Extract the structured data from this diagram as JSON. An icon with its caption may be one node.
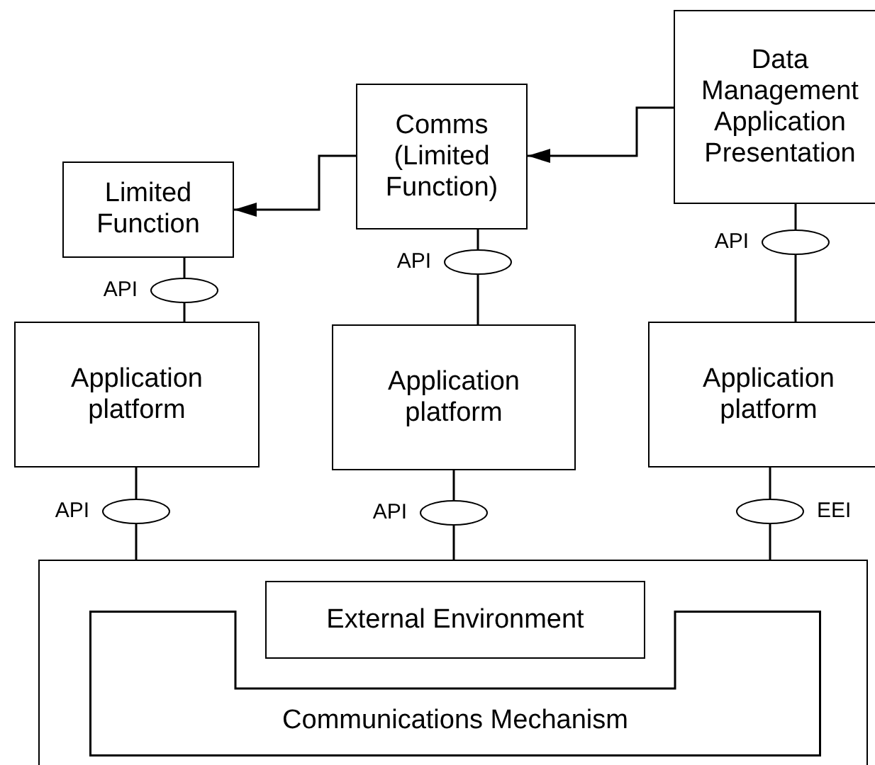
{
  "diagram": {
    "nodes": [
      {
        "text": [
          "Data Management Application Presentation"
        ]
      },
      {
        "text": [
          "Comms (Limited Function)"
        ]
      },
      {
        "text": [
          "Limited Function"
        ]
      },
      {
        "text": [
          "Application platform"
        ]
      },
      {
        "text": [
          "Application platform"
        ]
      },
      {
        "text": [
          "Application platform"
        ]
      },
      {
        "text": [],
        "shape": "box"
      },
      {
        "text": [
          "External Environment"
        ],
        "in": 6
      },
      {
        "text": [
          "Communications Mechanism"
        ],
        "in": 6
      },
      {
        "text": [],
        "shape": "ellipse",
        "beside": [
          "API"
        ]
      },
      {
        "text": [],
        "shape": "ellipse",
        "beside": [
          "API"
        ]
      },
      {
        "text": [],
        "shape": "ellipse",
        "beside": [
          "API"
        ]
      },
      {
        "text": [],
        "shape": "ellipse",
        "beside": [
          "API"
        ]
      },
      {
        "text": [],
        "shape": "ellipse",
        "beside": [
          "API"
        ]
      },
      {
        "text": [],
        "shape": "ellipse",
        "beside": [
          "EEI"
        ]
      }
    ],
    "edges": [
      {
        "from": 0,
        "to": 1,
        "arrow": "to"
      },
      {
        "from": 1,
        "to": 2,
        "arrow": "to"
      },
      {
        "from": 2,
        "to": 9,
        "arrow": "none"
      },
      {
        "from": 9,
        "to": 3,
        "arrow": "none"
      },
      {
        "from": 1,
        "to": 10,
        "arrow": "none"
      },
      {
        "from": 10,
        "to": 4,
        "arrow": "none"
      },
      {
        "from": 0,
        "to": 11,
        "arrow": "none"
      },
      {
        "from": 11,
        "to": 5,
        "arrow": "none"
      },
      {
        "from": 3,
        "to": 12,
        "arrow": "none"
      },
      {
        "from": 12,
        "to": 6,
        "arrow": "none"
      },
      {
        "from": 4,
        "to": 13,
        "arrow": "none"
      },
      {
        "from": 13,
        "to": 6,
        "arrow": "none"
      },
      {
        "from": 5,
        "to": 14,
        "arrow": "none"
      },
      {
        "from": 14,
        "to": 6,
        "arrow": "none"
      }
    ]
  }
}
